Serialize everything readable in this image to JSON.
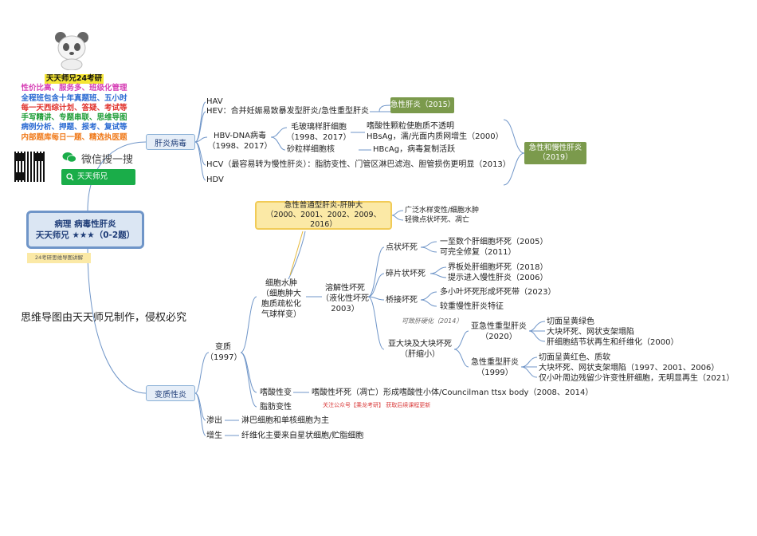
{
  "promo": {
    "title": "天天师兄24考研",
    "lines": [
      {
        "text": "性价比高、服务多、班级化管理",
        "color": "#d63fb5"
      },
      {
        "text": "全程班包含十年真题班、五小时",
        "color": "#2a6ad2"
      },
      {
        "text": "每一天西综计划、答疑、考试等",
        "color": "#e0312b"
      },
      {
        "text": "手写精讲、专题串联、思维导图",
        "color": "#1d9c36"
      },
      {
        "text": "病例分析、押题、报考、复试等",
        "color": "#2a6ad2"
      },
      {
        "text": "内部题库每日一题、精选执医题",
        "color": "#f07b1c"
      }
    ]
  },
  "wechat": {
    "label": "微信搜一搜",
    "search_text": "天天师兄"
  },
  "root": {
    "line1": "病理 病毒性肝炎",
    "line2": "天天师兄 ★★★（0-2题）"
  },
  "tag": "24考研思维导图讲解",
  "copyright": "思维导图由天天师兄制作，侵权必究",
  "hepatitis_virus": {
    "label": "肝炎病毒",
    "hav": "HAV",
    "hev": "HEV：合并妊娠易致暴发型肝炎/急性重型肝炎",
    "hbv_label": "HBV-DNA病毒",
    "hbv_years": "（1998、2017）",
    "ground_glass": "毛玻璃样肝细胞",
    "ground_glass_years": "（1998、2017）",
    "ground_glass_desc1": "嗜酸性颗粒使胞质不透明",
    "ground_glass_desc2": "HBsAg，濡/光面内质网增生（2000）",
    "sand": "砂粒样细胞核",
    "sand_desc": "HBcAg，病毒复制活跃",
    "hcv": "HCV（最容易转为慢性肝炎）：脂肪变性、门管区淋巴滤泡、胆管损伤更明显（2013）",
    "hdv": "HDV",
    "acute_box": "急性肝炎（2015）",
    "chronic_box_line1": "急性和慢性肝炎",
    "chronic_box_line2": "（2019）"
  },
  "degeneration": {
    "label": "变质性炎",
    "alteration": "变质",
    "alteration_year": "（1997）",
    "swelling": [
      "细胞水肿",
      "（细胞肿大",
      "胞质疏松化",
      "气球样变）"
    ],
    "yellow_line1": "急性普通型肝炎-肝肿大",
    "yellow_line2": "（2000、2001、2002、2009、2016）",
    "yellow_side1": "广泛水样变性/细胞水肿",
    "yellow_side2": "轻微点状坏死、凋亡",
    "lytic": [
      "溶解性坏死",
      "（液化性坏死",
      "2003）"
    ],
    "spotty": "点状坏死",
    "spotty_d1": "一至数个肝细胞坏死（2005）",
    "spotty_d2": "可完全修复（2011）",
    "piecemeal": "碎片状坏死",
    "piecemeal_d1": "界板处肝细胞坏死（2018）",
    "piecemeal_d2": "提示进入慢性肝炎（2006）",
    "bridging": "桥接坏死",
    "bridging_d1": "多小叶坏死形成坏死带（2023）",
    "bridging_d2": "较重慢性肝炎特征",
    "fibrosis_note": "可致肝硬化（2014）",
    "massive": [
      "亚大块及大块坏死",
      "（肝缩小）"
    ],
    "subacute": [
      "亚急性重型肝炎",
      "（2020）"
    ],
    "subacute_d1": "切面呈黄绿色",
    "subacute_d2": "大块坏死、网状支架塌陷",
    "subacute_d3": "肝细胞结节状再生和纤维化（2000）",
    "acute_severe": [
      "急性重型肝炎",
      "（1999）"
    ],
    "acute_severe_d1": "切面呈黄红色、质软",
    "acute_severe_d2": "大块坏死、网状支架塌陷（1997、2001、2006）",
    "acute_severe_d3": "仅小叶周边残留少许变性肝细胞，无明显再生（2021）",
    "eosinophilic": "嗜酸性变",
    "eosinophilic_desc": "嗜酸性坏死（凋亡）形成嗜酸性小体/Councilman ttsx body（2008、2014）",
    "fatty": "脂肪变性",
    "exudation": "渗出",
    "exudation_desc": "淋巴细胞和单核细胞为主",
    "proliferation": "增生",
    "proliferation_desc": "纤维化主要来自星状细胞/贮脂细胞"
  },
  "red_note": "关注公众号【乘龙考研】 获取后续课程更新",
  "colors": {
    "line": "#6f95c8",
    "green_box": "#7b9a4c",
    "yellow_box": "#fbe9a6",
    "root_border": "#6f95c8"
  },
  "icons": [
    "panda-logo-icon",
    "qr-code-icon",
    "wechat-icon",
    "search-icon"
  ]
}
